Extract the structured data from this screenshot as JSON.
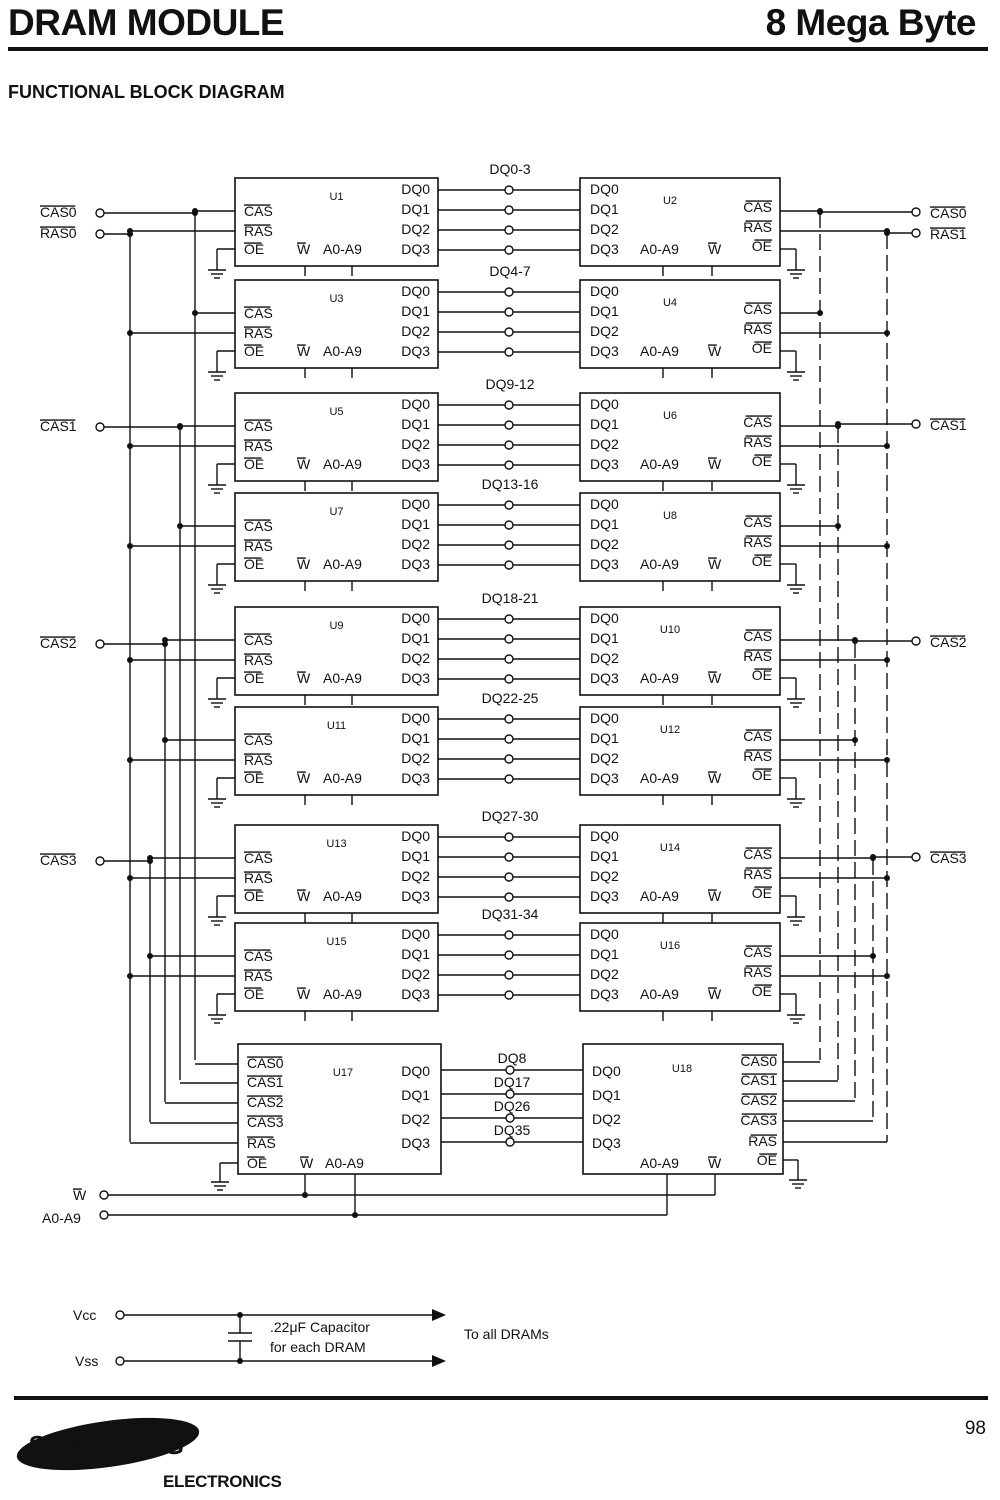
{
  "header": {
    "title": "DRAM MODULE",
    "capacity": "8 Mega Byte"
  },
  "section_title": "FUNCTIONAL BLOCK DIAGRAM",
  "pins": {
    "cas": "CAS",
    "ras": "RAS",
    "oe": "OE",
    "w": "W",
    "addr": "A0-A9",
    "dq": [
      "DQ0",
      "DQ1",
      "DQ2",
      "DQ3"
    ],
    "cas_multi": [
      "CAS0",
      "CAS1",
      "CAS2",
      "CAS3"
    ]
  },
  "left_signals": [
    "CAS0",
    "RAS0",
    "CAS1",
    "CAS2",
    "CAS3"
  ],
  "right_signals": [
    "CAS0",
    "RAS1",
    "CAS1",
    "CAS2",
    "CAS3"
  ],
  "bottom_signals": [
    "W",
    "A0-A9"
  ],
  "bus_labels": [
    "DQ0-3",
    "DQ4-7",
    "DQ9-12",
    "DQ13-16",
    "DQ18-21",
    "DQ22-25",
    "DQ27-30",
    "DQ31-34"
  ],
  "parity_labels": [
    "DQ8",
    "DQ17",
    "DQ26",
    "DQ35"
  ],
  "chips": [
    [
      "U1",
      "U2"
    ],
    [
      "U3",
      "U4"
    ],
    [
      "U5",
      "U6"
    ],
    [
      "U7",
      "U8"
    ],
    [
      "U9",
      "U10"
    ],
    [
      "U11",
      "U12"
    ],
    [
      "U13",
      "U14"
    ],
    [
      "U15",
      "U16"
    ]
  ],
  "parity_chips": [
    "U17",
    "U18"
  ],
  "power": {
    "vcc": "Vcc",
    "vss": "Vss",
    "cap_line1": ".22μF Capacitor",
    "cap_line2": "for each DRAM",
    "destination": "To all DRAMs"
  },
  "footer": {
    "page": "98",
    "brand": "SAMSUNG",
    "division": "ELECTRONICS"
  }
}
